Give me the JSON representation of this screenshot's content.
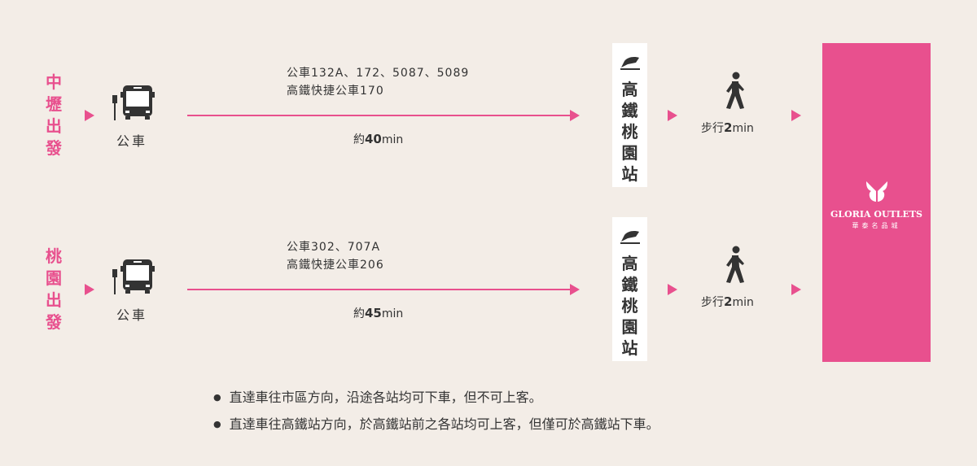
{
  "routes": [
    {
      "origin": "中壢出發",
      "mode": "公車",
      "lines": [
        "公車132A、172、5087、5089",
        "高鐵快捷公車170"
      ],
      "time_prefix": "約",
      "time_value": "40",
      "time_unit": "min",
      "station": "高鐵桃園站",
      "walk_label": "步行",
      "walk_value": "2",
      "walk_unit": "min"
    },
    {
      "origin": "桃園出發",
      "mode": "公車",
      "lines": [
        "公車302、707A",
        "高鐵快捷公車206"
      ],
      "time_prefix": "約",
      "time_value": "45",
      "time_unit": "min",
      "station": "高鐵桃園站",
      "walk_label": "步行",
      "walk_value": "2",
      "walk_unit": "min"
    }
  ],
  "destination": {
    "logo_text": "GLORIA OUTLETS",
    "logo_subtext": "華泰名品城"
  },
  "notes": [
    "直達車往市區方向，沿途各站均可下車，但不可上客。",
    "直達車往高鐵站方向，於高鐵站前之各站均可上客，但僅可於高鐵站下車。"
  ],
  "colors": {
    "accent": "#e8508e",
    "background": "#f3ede7"
  }
}
